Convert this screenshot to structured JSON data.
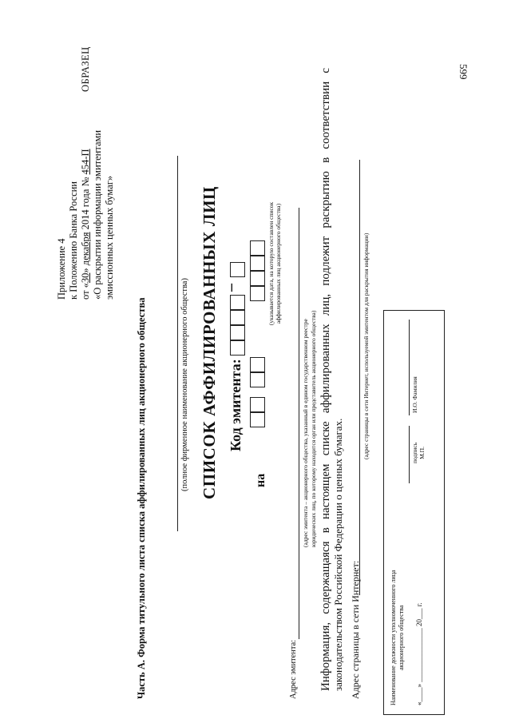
{
  "page_number": "599",
  "appendix": {
    "line1": "Приложение 4",
    "line2": "к Положению Банка России",
    "line3_pre": "от «",
    "day": "30",
    "line3_mid": "» ",
    "month": "декабря",
    "line3_post": "  2014 года №",
    "number": "454-П",
    "line4": "«О раскрытии информации эмитентами",
    "line5": "эмиссионных ценных бумаг»"
  },
  "sample_label": "ОБРАЗЕЦ",
  "part_title": "Часть А. Форма титульного листа списка аффилированных лиц акционерного общества",
  "name_hint": "(полное фирменное наименование акционерного общества)",
  "main_title": "СПИСОК АФФИЛИРОВАННЫХ ЛИЦ",
  "code_label": "Код эмитента:",
  "code_dash": "–",
  "on_label": "на",
  "date_hint": {
    "line1": "(указывается дата, на которую составлен список",
    "line2": "аффилированных лиц акционерного общества)"
  },
  "address_label": "Адрес эмитента:",
  "address_hint": {
    "line1": "(адрес эмитента – акционерного общества, указанный в едином государственном реестре",
    "line2": "юридических лиц, по которому находится орган или представитель акционерного общества)"
  },
  "info_text": {
    "line1": "Информация, содержащаяся в настоящем списке аффилированных лиц, подлежит раскрытию в соответствии с",
    "line2": "законодательством Российской Федерации о ценных бумагах."
  },
  "web_label": "Адрес страницы в сети Интернет:",
  "web_hint": "(адрес страницы в сети Интернет, используемой эмитентом для раскрытия информации)",
  "signature": {
    "position_line1": "Наименование должности уполномоченного лица",
    "position_line2": "акционерного общества",
    "date_line": "«____» _______________ 20___ г.",
    "sign_caption": "подпись",
    "stamp_caption": "М.П.",
    "name_caption": "И.О. Фамилия"
  }
}
